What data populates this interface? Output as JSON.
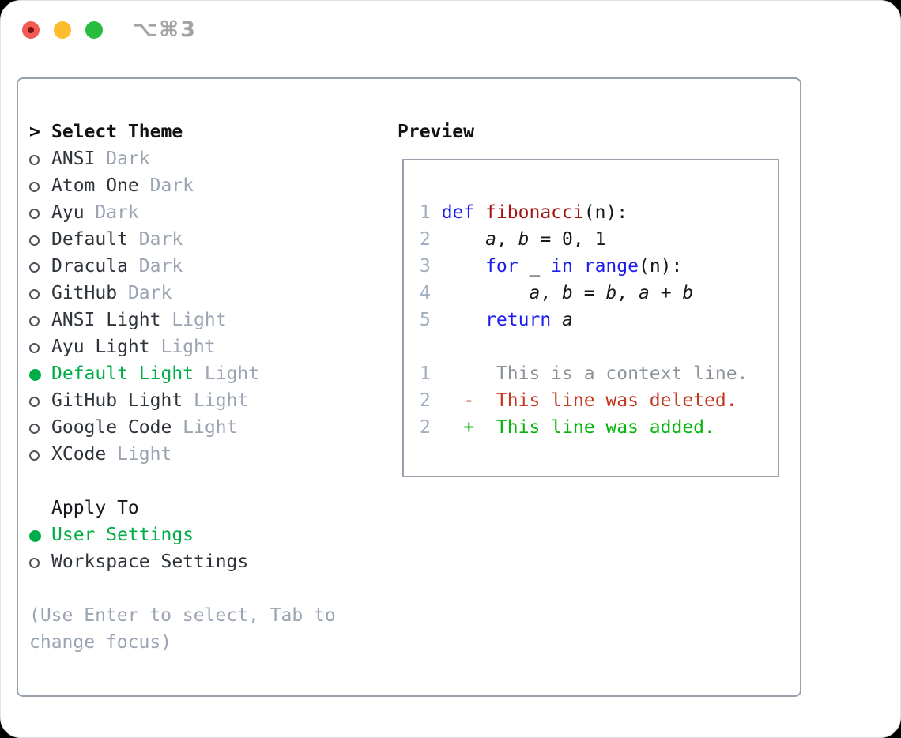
{
  "titlebar": {
    "shortcut": "⌥⌘3"
  },
  "theme_picker": {
    "header_marker": ">",
    "header": "Select Theme",
    "themes": [
      {
        "name": "ANSI",
        "tag": "Dark",
        "selected": false
      },
      {
        "name": "Atom One",
        "tag": "Dark",
        "selected": false
      },
      {
        "name": "Ayu",
        "tag": "Dark",
        "selected": false
      },
      {
        "name": "Default",
        "tag": "Dark",
        "selected": false
      },
      {
        "name": "Dracula",
        "tag": "Dark",
        "selected": false
      },
      {
        "name": "GitHub",
        "tag": "Dark",
        "selected": false
      },
      {
        "name": "ANSI Light",
        "tag": "Light",
        "selected": false
      },
      {
        "name": "Ayu Light",
        "tag": "Light",
        "selected": false
      },
      {
        "name": "Default Light",
        "tag": "Light",
        "selected": true
      },
      {
        "name": "GitHub Light",
        "tag": "Light",
        "selected": false
      },
      {
        "name": "Google Code",
        "tag": "Light",
        "selected": false
      },
      {
        "name": "XCode",
        "tag": "Light",
        "selected": false
      }
    ],
    "apply_to": {
      "header": "Apply To",
      "options": [
        {
          "label": "User Settings",
          "selected": true
        },
        {
          "label": "Workspace Settings",
          "selected": false
        }
      ]
    },
    "help_lines": [
      "(Use Enter to select, Tab to",
      "change focus)"
    ]
  },
  "preview": {
    "header": "Preview",
    "code_lines": [
      {
        "num": "1",
        "tokens": [
          {
            "t": "def",
            "c": "kw"
          },
          {
            "t": " ",
            "c": "pl"
          },
          {
            "t": "fibonacci",
            "c": "fn"
          },
          {
            "t": "(n):",
            "c": "pl"
          }
        ]
      },
      {
        "num": "2",
        "tokens": [
          {
            "t": "    ",
            "c": "pl"
          },
          {
            "t": "a",
            "c": "var"
          },
          {
            "t": ", ",
            "c": "pl"
          },
          {
            "t": "b",
            "c": "var"
          },
          {
            "t": " = 0, 1",
            "c": "pl"
          }
        ]
      },
      {
        "num": "3",
        "tokens": [
          {
            "t": "    ",
            "c": "pl"
          },
          {
            "t": "for",
            "c": "kw"
          },
          {
            "t": " _ ",
            "c": "pl"
          },
          {
            "t": "in",
            "c": "kw"
          },
          {
            "t": " ",
            "c": "pl"
          },
          {
            "t": "range",
            "c": "kw"
          },
          {
            "t": "(n):",
            "c": "pl"
          }
        ]
      },
      {
        "num": "4",
        "tokens": [
          {
            "t": "        ",
            "c": "pl"
          },
          {
            "t": "a",
            "c": "var"
          },
          {
            "t": ", ",
            "c": "pl"
          },
          {
            "t": "b",
            "c": "var"
          },
          {
            "t": " = ",
            "c": "pl"
          },
          {
            "t": "b",
            "c": "var"
          },
          {
            "t": ", ",
            "c": "pl"
          },
          {
            "t": "a",
            "c": "var"
          },
          {
            "t": " + ",
            "c": "pl"
          },
          {
            "t": "b",
            "c": "var"
          }
        ]
      },
      {
        "num": "5",
        "tokens": [
          {
            "t": "    ",
            "c": "pl"
          },
          {
            "t": "return",
            "c": "kw"
          },
          {
            "t": " ",
            "c": "pl"
          },
          {
            "t": "a",
            "c": "var"
          }
        ]
      }
    ],
    "diff_lines": [
      {
        "num": "1",
        "tokens": [
          {
            "t": "     This is a context line.",
            "c": "ctx"
          }
        ]
      },
      {
        "num": "2",
        "tokens": [
          {
            "t": "  ",
            "c": "pl"
          },
          {
            "t": "-  This line was deleted.",
            "c": "del"
          }
        ]
      },
      {
        "num": "2",
        "tokens": [
          {
            "t": "  ",
            "c": "pl"
          },
          {
            "t": "+  This line was added.",
            "c": "add"
          }
        ]
      }
    ]
  },
  "colors": {
    "ink": "#2f343b",
    "muted": "#9aa4b2",
    "green": "#00ad47",
    "ring": "#4d535b",
    "border": "#99a1ac",
    "kw": "#1c1cf0",
    "fn": "#a31616",
    "ln": "#a0aebe",
    "ctx": "#8d939b",
    "del": "#c23a20",
    "add": "#06b50c",
    "shortcut": "#a3a3a3",
    "traffic-red": "#f25c54",
    "traffic-yellow": "#fdbc2e",
    "traffic-green": "#28bd41",
    "window-bg": "#ffffff"
  }
}
